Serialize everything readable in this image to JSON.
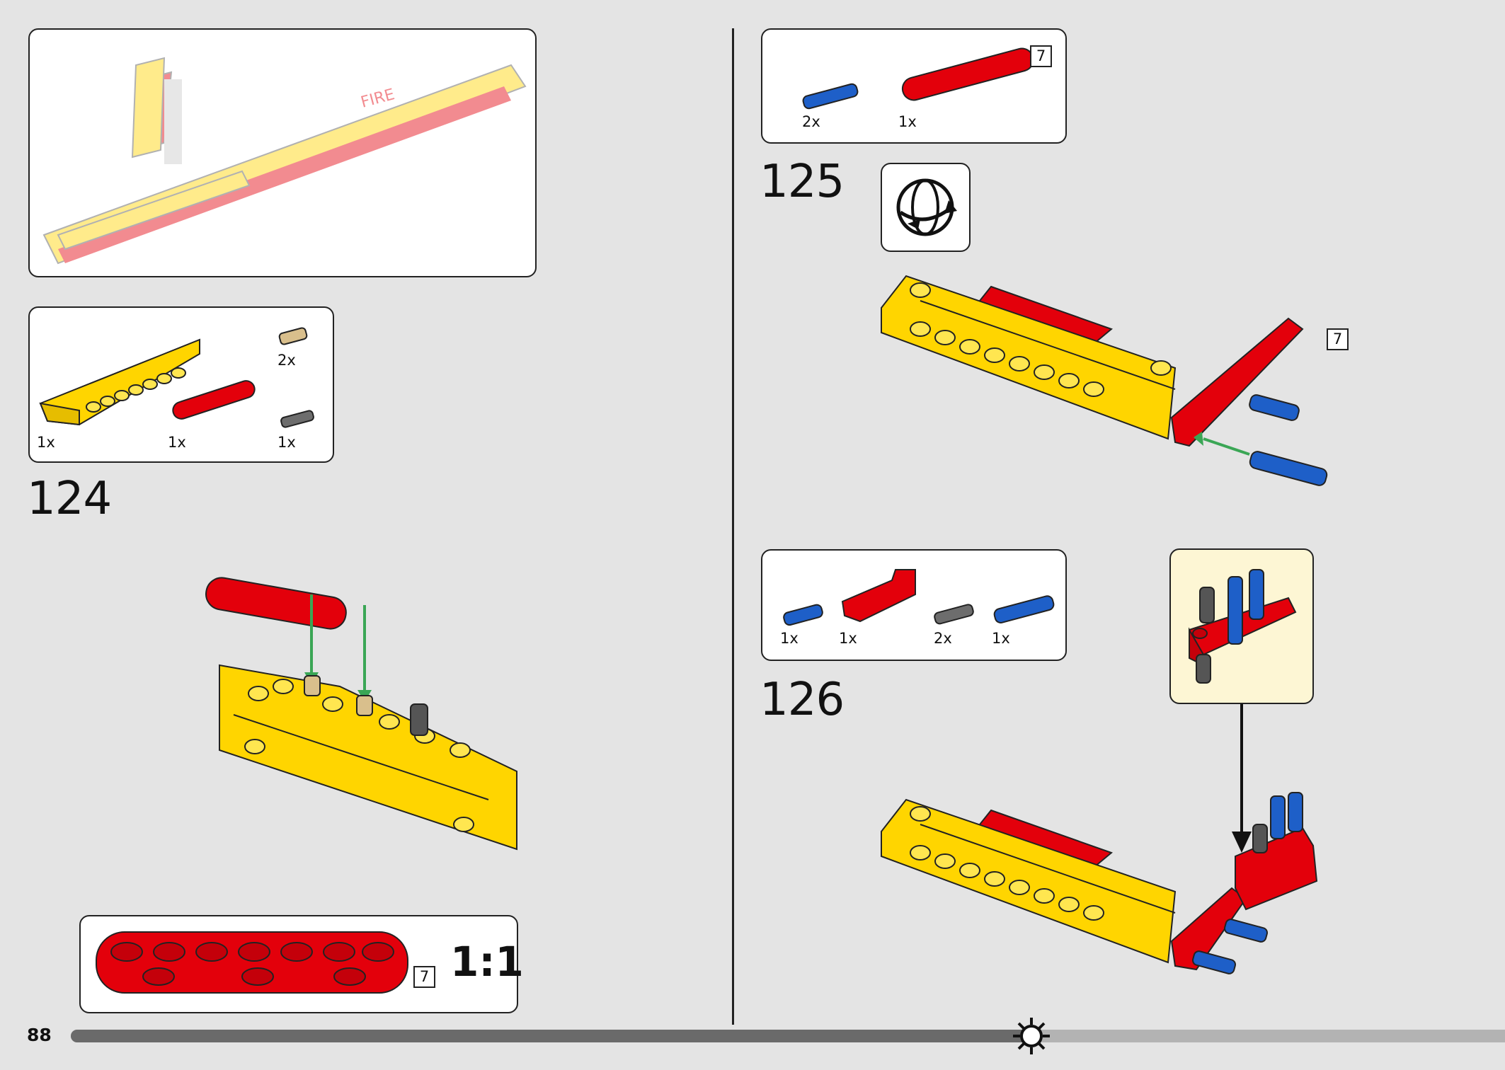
{
  "page": {
    "number": "88"
  },
  "steps": [
    {
      "number": "124",
      "parts": [
        {
          "qty": "1x",
          "icon": "yellow-panel-icon"
        },
        {
          "qty": "2x",
          "icon": "tan-pin-icon"
        },
        {
          "qty": "1x",
          "icon": "red-beam-icon"
        },
        {
          "qty": "1x",
          "icon": "gray-pin-icon"
        }
      ],
      "callout": {
        "length": "7",
        "ratio": "1:1"
      }
    },
    {
      "number": "125",
      "parts": [
        {
          "qty": "2x",
          "icon": "blue-pin-icon"
        },
        {
          "qty": "1x",
          "icon": "red-beam-icon",
          "length": "7"
        }
      ],
      "model_length": "7",
      "rotate_icon": "rotate-model-icon"
    },
    {
      "number": "126",
      "parts": [
        {
          "qty": "1x",
          "icon": "blue-short-pin-icon"
        },
        {
          "qty": "1x",
          "icon": "red-angled-beam-icon"
        },
        {
          "qty": "2x",
          "icon": "gray-pin-icon"
        },
        {
          "qty": "1x",
          "icon": "blue-long-pin-icon"
        }
      ]
    }
  ],
  "colors": {
    "background": "#e4e4e4",
    "yellow": "#ffd500",
    "red": "#e3000b",
    "blue": "#1e5fc8",
    "arrow_green": "#3aa655",
    "subassembly_bg": "#fdf6d4"
  },
  "progress": {
    "fraction": 0.67
  }
}
